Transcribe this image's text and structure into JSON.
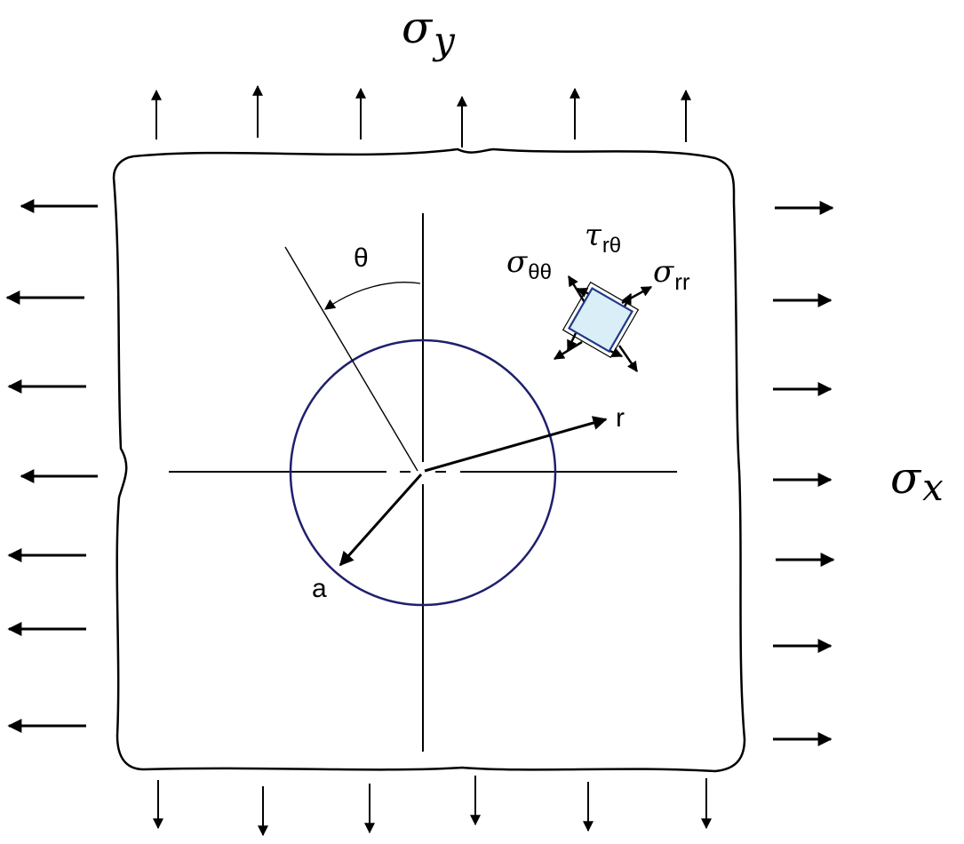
{
  "labels": {
    "sigma_y": {
      "main": "σ",
      "sub": "y"
    },
    "sigma_x": {
      "main": "σ",
      "sub": "x"
    },
    "theta": "θ",
    "r": "r",
    "a": "a",
    "sigma_thetatheta": {
      "main": "σ",
      "sub": "θθ"
    },
    "tau_rtheta": {
      "main": "τ",
      "sub": "rθ"
    },
    "sigma_rr": {
      "main": "σ",
      "sub": "rr"
    }
  },
  "colors": {
    "ink": "#000000",
    "hole": "#1f1f6e",
    "element_fill": "#d9eef7",
    "element_stroke": "#1f3a8a"
  }
}
